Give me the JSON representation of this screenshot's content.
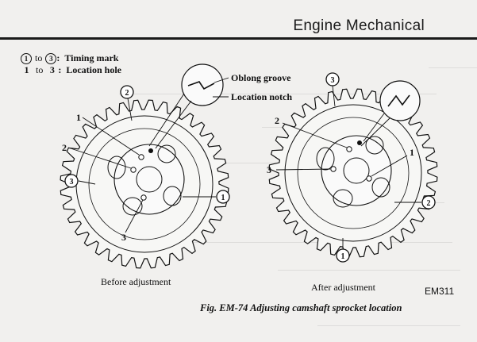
{
  "header": {
    "section_title": "Engine Mechanical"
  },
  "legend": {
    "rows": [
      {
        "from": "1",
        "to": "3",
        "text": "Timing mark"
      },
      {
        "from": "1",
        "to": "3",
        "text": "Location hole"
      }
    ],
    "connector": "to",
    "colon": ":"
  },
  "callouts": {
    "oblong_groove": "Oblong groove",
    "location_notch": "Location notch"
  },
  "before": {
    "caption": "Before adjustment",
    "marks": [
      "1",
      "2",
      "3"
    ],
    "holes": [
      "1",
      "2",
      "3"
    ]
  },
  "after": {
    "caption": "After adjustment",
    "marks": [
      "1",
      "2",
      "3"
    ],
    "holes": [
      "1",
      "2",
      "3"
    ]
  },
  "figure": {
    "id": "EM311",
    "caption": "Fig. EM-74  Adjusting camshaft sprocket location"
  }
}
